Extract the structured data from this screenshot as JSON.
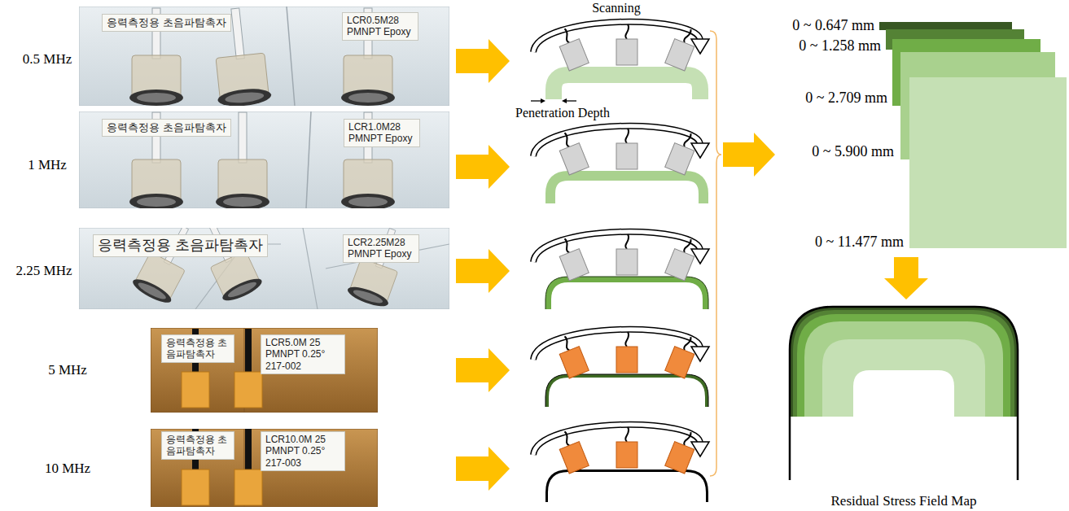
{
  "diagram": {
    "nodes": [
      {
        "text": [
          "응력측정용 초음파탐촉자"
        ]
      },
      {
        "text": [
          "LCR0.5M28 PMNPT Epoxy"
        ]
      },
      {
        "text": [
          "응력측정용 초음파탐촉자"
        ]
      },
      {
        "text": [
          "LCR1.0M28 PMNPT Epoxy"
        ]
      },
      {
        "text": [
          "응력측정용 초음파탐촉자"
        ]
      },
      {
        "text": [
          "LCR2.25M28 PMNPT Epoxy"
        ]
      },
      {
        "text": [
          "응력측정용 초음파탐촉자"
        ]
      },
      {
        "text": [
          "LCR5.0M 25 PMNPT 0.25° 217-002"
        ]
      },
      {
        "text": [
          "응력측정용 초음파탐촉자"
        ]
      },
      {
        "text": [
          "LCR10.0M 25 PMNPT 0.25° 217-003"
        ]
      }
    ],
    "labels": [
      "0.5 MHz",
      "1 MHz",
      "2.25 MHz",
      "5 MHz",
      "10 MHz",
      "Scanning",
      "Penetration Depth",
      "0 ~ 0.647 mm",
      "0 ~ 1.258 mm",
      "0 ~ 2.709 mm",
      "0 ~ 5.900 mm",
      "0 ~ 11.477 mm",
      "Residual Stress Field Map"
    ]
  }
}
